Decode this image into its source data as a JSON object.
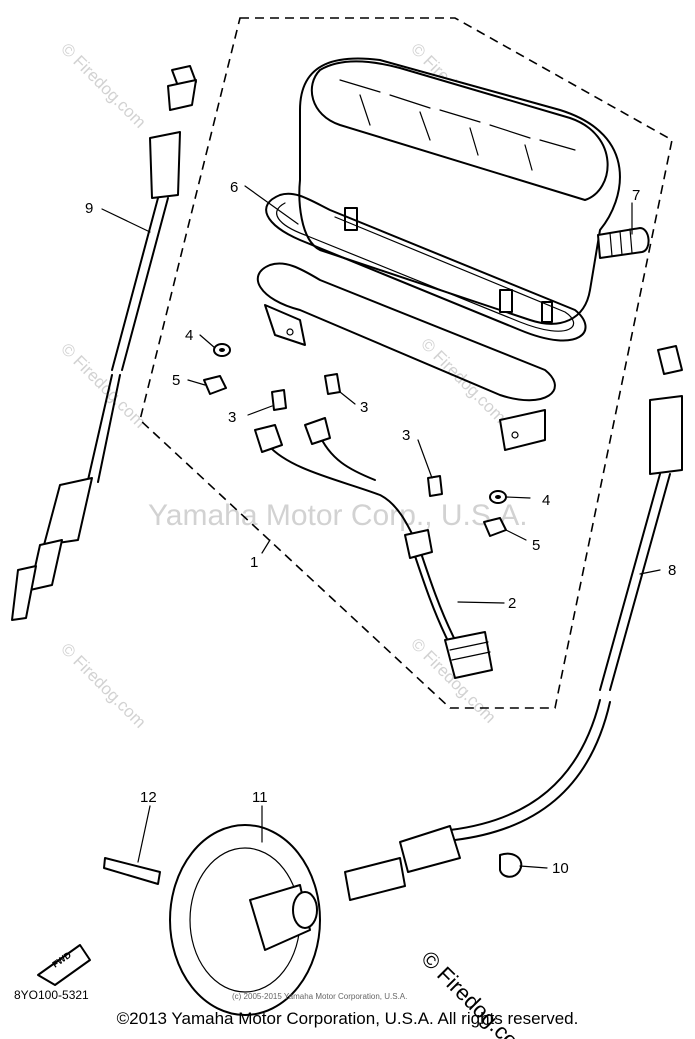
{
  "watermarks": {
    "center": "Yamaha Motor Corp., U.S.A.",
    "site": "© Firedog.com"
  },
  "callouts": {
    "c1": "1",
    "c2": "2",
    "c3a": "3",
    "c3b": "3",
    "c3c": "3",
    "c4a": "4",
    "c4b": "4",
    "c5a": "5",
    "c5b": "5",
    "c6": "6",
    "c7": "7",
    "c8": "8",
    "c9": "9",
    "c10": "10",
    "c11": "11",
    "c12": "12"
  },
  "fwd_label": "FWD",
  "part_number": "8YO100-5321",
  "small_copyright": "(c) 2005-2015 Yamaha Motor Corporation, U.S.A.",
  "footer": "©2013 Yamaha Motor Corporation, U.S.A. All rights reserved."
}
